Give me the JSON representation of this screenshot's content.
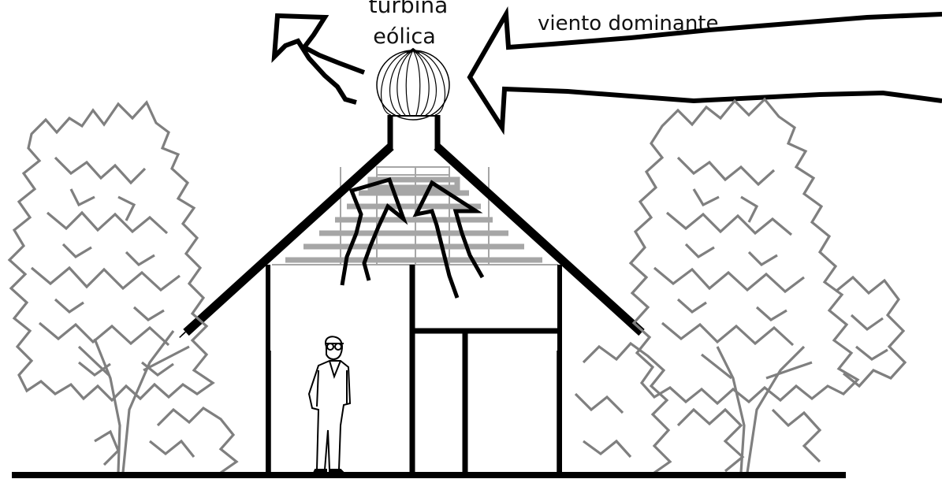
{
  "labels": {
    "turbine_top": "turbina",
    "turbine_bottom": "eólica",
    "wind": "viento dominante"
  },
  "colors": {
    "ink": "#000000",
    "foliage": "#7f7f7f",
    "slats": "#a6a6a6",
    "background": "#ffffff"
  },
  "icons": {
    "turbine": "wind-turbine-icon",
    "person": "person-icon",
    "tree": "tree-icon"
  }
}
